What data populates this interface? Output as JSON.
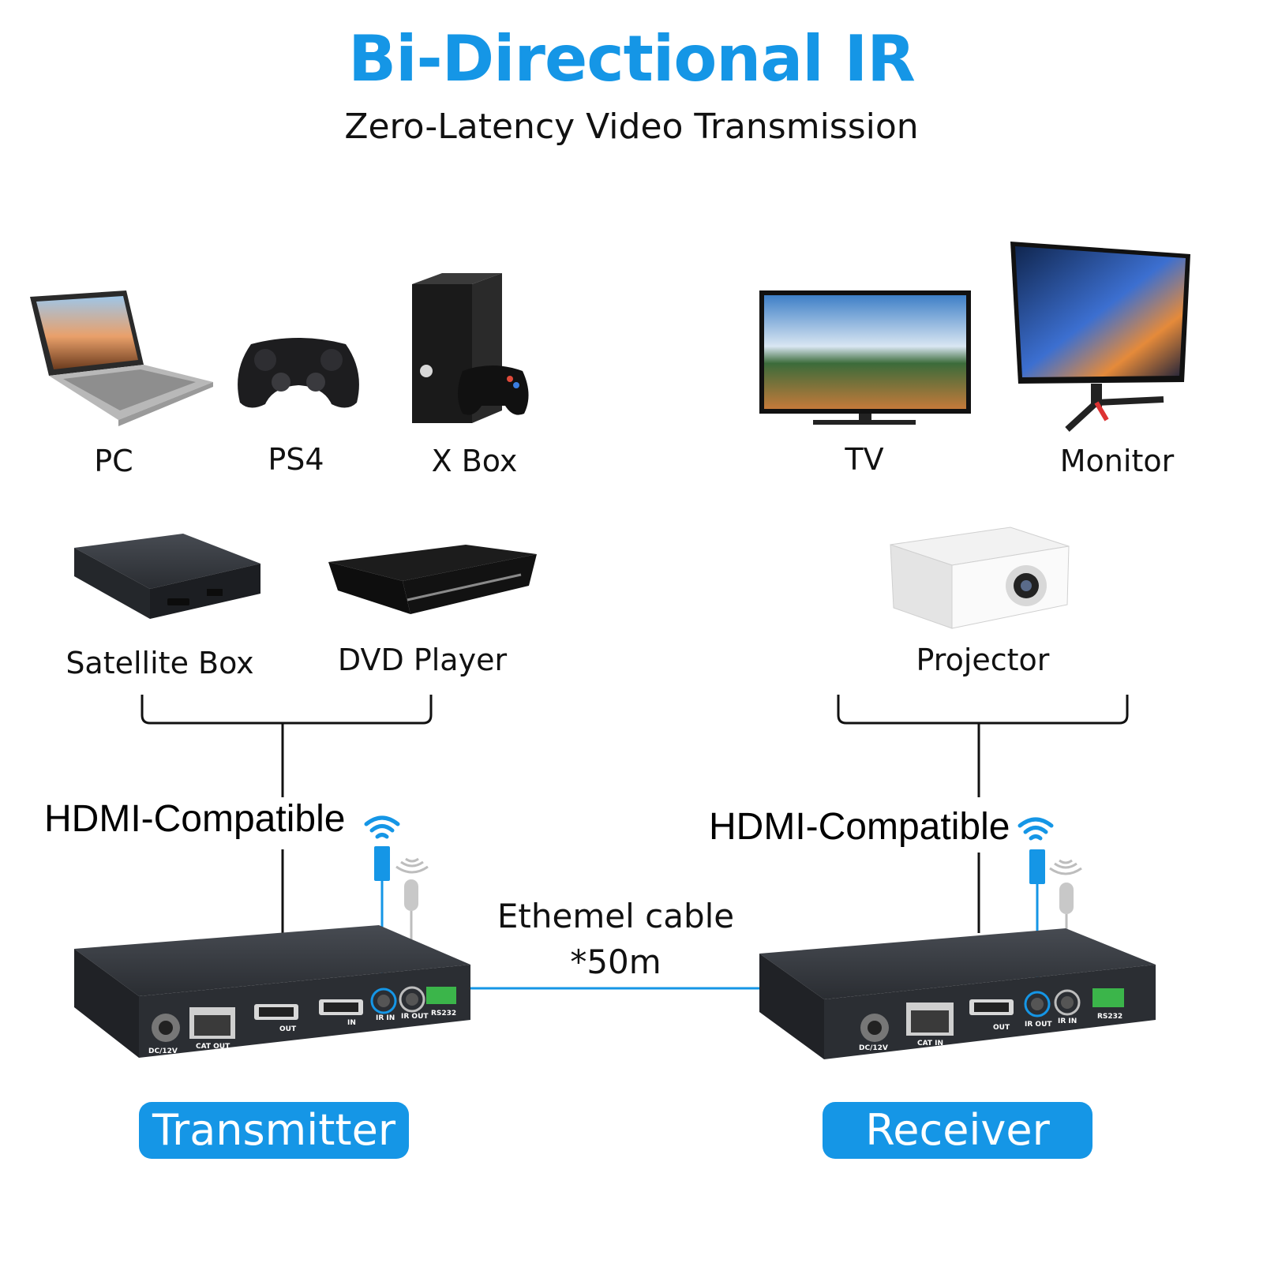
{
  "header": {
    "title": "Bi-Directional IR",
    "subtitle": "Zero-Latency Video Transmission"
  },
  "sources": [
    {
      "label": "PC",
      "icon": "laptop-icon"
    },
    {
      "label": "PS4",
      "icon": "gamepad-icon"
    },
    {
      "label": "X Box",
      "icon": "xbox-console-icon"
    },
    {
      "label": "Satellite Box",
      "icon": "satellite-box-icon"
    },
    {
      "label": "DVD Player",
      "icon": "dvd-player-icon"
    }
  ],
  "displays": [
    {
      "label": "TV",
      "icon": "tv-icon"
    },
    {
      "label": "Monitor",
      "icon": "monitor-icon"
    },
    {
      "label": "Projector",
      "icon": "projector-icon"
    }
  ],
  "connections": {
    "left_hdmi": "HDMI-Compatible",
    "right_hdmi": "HDMI-Compatible",
    "cable_line1": "Ethemel cable",
    "cable_line2": "*50m"
  },
  "transmitter": {
    "ports": [
      "DC/12V",
      "CAT OUT",
      "OUT",
      "IN",
      "IR IN",
      "IR OUT",
      "RS232"
    ]
  },
  "receiver": {
    "ports": [
      "DC/12V",
      "CAT IN",
      "OUT",
      "IR OUT",
      "IR IN",
      "RS232"
    ]
  },
  "buttons": {
    "transmitter": "Transmitter",
    "receiver": "Receiver"
  },
  "colors": {
    "accent": "#1596e6",
    "device_body": "#2b2e33",
    "ir_grey": "#b5b5b5",
    "rs232_green": "#3bb54a"
  }
}
